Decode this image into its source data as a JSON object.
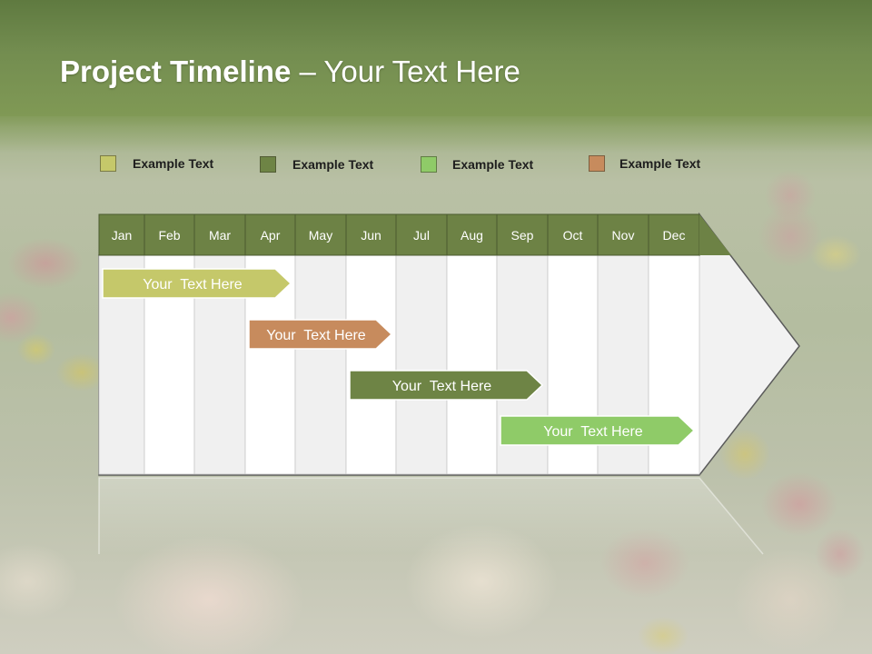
{
  "title": {
    "bold": "Project Timeline",
    "rest": " – Your Text Here"
  },
  "legend": [
    {
      "label": "Example Text",
      "color": "#c5c86a"
    },
    {
      "label": "Example Text",
      "color": "#6e8445"
    },
    {
      "label": "Example Text",
      "color": "#8fcb68"
    },
    {
      "label": "Example Text",
      "color": "#c78b5d"
    }
  ],
  "months": [
    "Jan",
    "Feb",
    "Mar",
    "Apr",
    "May",
    "Jun",
    "Jul",
    "Aug",
    "Sep",
    "Oct",
    "Nov",
    "Dec"
  ],
  "colors": {
    "header": "#6d8245",
    "grid_shaded": "#f0f0f0",
    "grid_white": "#ffffff"
  },
  "tasks": [
    {
      "label": "Your  Text Here",
      "start_month": "Jan",
      "end_month": "Apr",
      "color": "#c5c86a"
    },
    {
      "label": "Your  Text Here",
      "start_month": "Apr",
      "end_month": "Jun",
      "color": "#c78b5d"
    },
    {
      "label": "Your  Text Here",
      "start_month": "Jun",
      "end_month": "Sep",
      "color": "#6e8445"
    },
    {
      "label": "Your  Text Here",
      "start_month": "Sep",
      "end_month": "Dec",
      "color": "#8fcb68"
    }
  ]
}
